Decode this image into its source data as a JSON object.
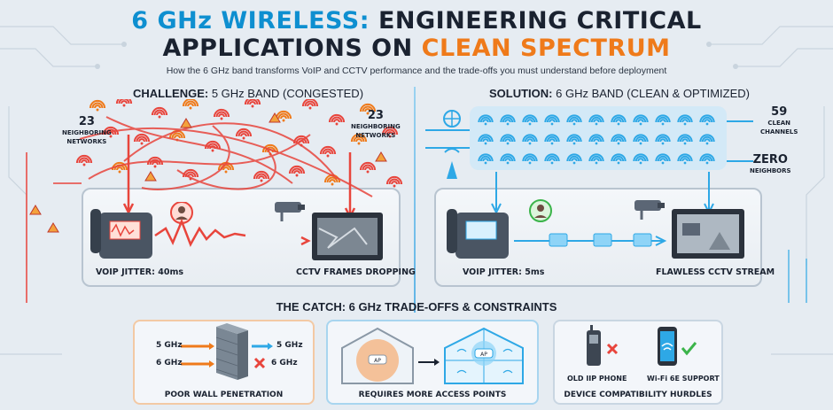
{
  "title": {
    "line1_blue": "6 GHz WIRELESS:",
    "line1_dark": "ENGINEERING CRITICAL",
    "line2_dark": "APPLICATIONS ON",
    "line2_orange": "CLEAN SPECTRUM"
  },
  "subtitle": "How the 6 GHz band transforms VoIP and CCTV performance and the trade-offs you must understand before deployment",
  "challenge": {
    "label_bold": "CHALLENGE:",
    "label_plain": "5 GHz BAND (CONGESTED)",
    "neighbors_left_num": "23",
    "neighbors_left_label1": "NEIGHBORING",
    "neighbors_left_label2": "NETWORKS",
    "neighbors_right_num": "23",
    "neighbors_right_label1": "NEIGHBORING",
    "neighbors_right_label2": "NETWORKS",
    "voip": "VOIP JITTER: 40ms",
    "cctv": "CCTV FRAMES DROPPING"
  },
  "solution": {
    "label_bold": "SOLUTION:",
    "label_plain": "6 GHz BAND (CLEAN & OPTIMIZED)",
    "channels_num": "59",
    "channels_label1": "CLEAN",
    "channels_label2": "CHANNELS",
    "zero_num": "ZERO",
    "zero_label": "NEIGHBORS",
    "voip": "VOIP JITTER: 5ms",
    "cctv": "FLAWLESS CCTV STREAM"
  },
  "catch": "THE CATCH: 6 GHz TRADE-OFFS & CONSTRAINTS",
  "panels": {
    "wall": {
      "caption": "POOR WALL PENETRATION",
      "in_5": "5 GHz",
      "in_6": "6 GHz",
      "out_5": "5 GHz",
      "out_6": "6 GHz"
    },
    "ap": {
      "caption": "REQUIRES MORE ACCESS POINTS",
      "ap_label": "AP"
    },
    "device": {
      "caption": "DEVICE COMPATIBILITY HURDLES",
      "old_phone": "OLD IIP PHONE",
      "wifi6e": "Wi-Fi 6E SUPPORT"
    }
  },
  "colors": {
    "red": "#e8453c",
    "orange": "#ef7a1a",
    "blue": "#2ea8e6",
    "dark": "#1a2230"
  }
}
